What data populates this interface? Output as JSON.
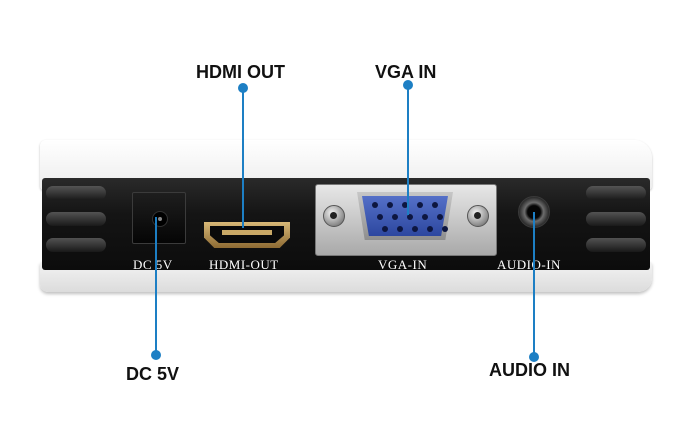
{
  "callouts": {
    "hdmi_out": "HDMI OUT",
    "vga_in": "VGA IN",
    "dc_5v": "DC 5V",
    "audio_in": "AUDIO IN"
  },
  "port_labels": {
    "dc": "DC 5V",
    "hdmi": "HDMI-OUT",
    "vga": "VGA-IN",
    "audio": "AUDIO-IN"
  },
  "colors": {
    "leader": "#1d7fc4",
    "vga_port": "#3a55b0",
    "hdmi_port": "#c9a866",
    "panel": "#141414"
  },
  "icons": [
    "dc-power-jack-icon",
    "hdmi-port-icon",
    "vga-port-icon",
    "audio-jack-icon"
  ]
}
